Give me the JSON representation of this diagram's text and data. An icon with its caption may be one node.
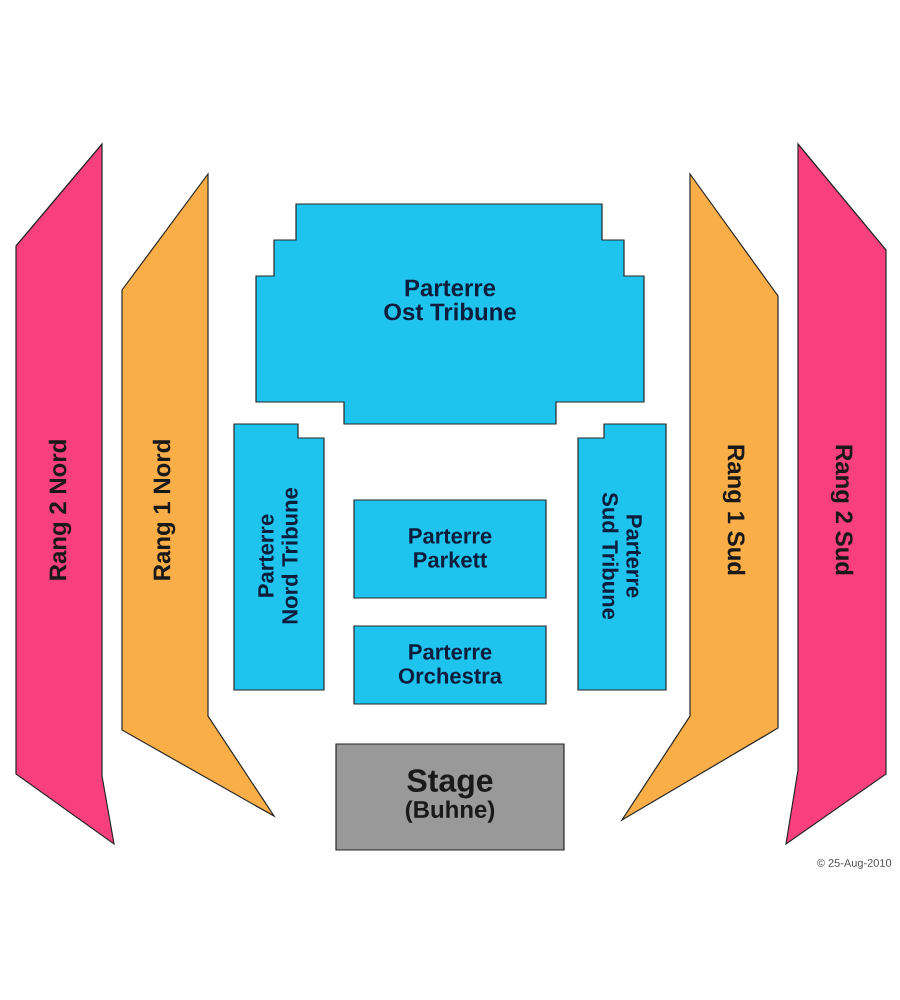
{
  "diagram": {
    "nodes": [
      {
        "text": [
          "Rang 2 Nord"
        ]
      },
      {
        "text": [
          "Rang 1 Nord"
        ]
      },
      {
        "text": [
          "Parterre Ost Tribune"
        ]
      },
      {
        "text": [
          "Parterre Nord Tribune"
        ]
      },
      {
        "text": [
          "Parterre Parkett"
        ]
      },
      {
        "text": [
          "Parterre Orchestra"
        ]
      },
      {
        "text": [
          "Stage",
          "(Buhne)"
        ]
      },
      {
        "text": [
          "Parterre Sud Tribune"
        ]
      },
      {
        "text": [
          "Rang 1 Sud"
        ]
      },
      {
        "text": [
          "Rang 2 Sud"
        ]
      }
    ],
    "labels": [
      "© 25-Aug-2010"
    ]
  }
}
